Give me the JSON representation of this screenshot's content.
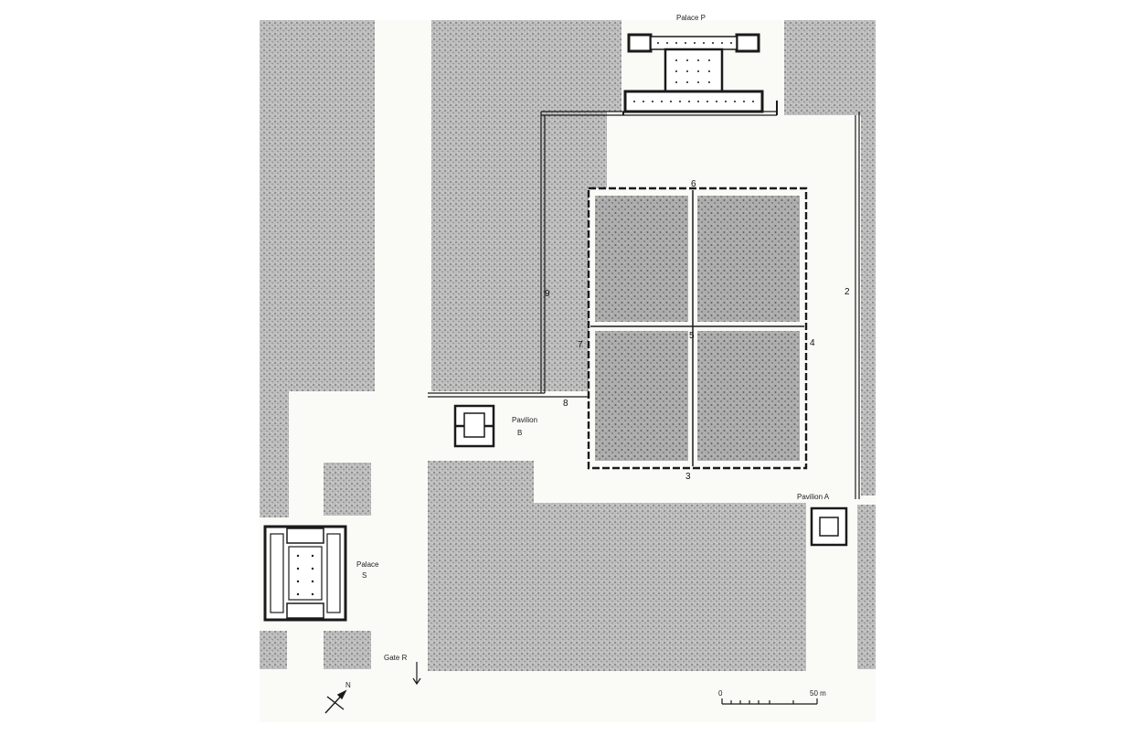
{
  "labels": {
    "palace_p": "Palace P",
    "pavilion_b_line1": "Pavilion",
    "pavilion_b_line2": "B",
    "pavilion_a": "Pavilion A",
    "palace_s_line1": "Palace",
    "palace_s_line2": "S",
    "gate_r": "Gate R",
    "north": "N"
  },
  "channels": {
    "c2": "2",
    "c3": "3",
    "c4": "4",
    "c5": "5",
    "c6": "6",
    "c7": "7",
    "c8": "8",
    "c9": "9"
  },
  "scale": {
    "start": "0",
    "end": "50 m"
  },
  "colors": {
    "ground": "#fafaf7",
    "planting": "#b9b9b9",
    "ink": "#1a1a1a"
  }
}
